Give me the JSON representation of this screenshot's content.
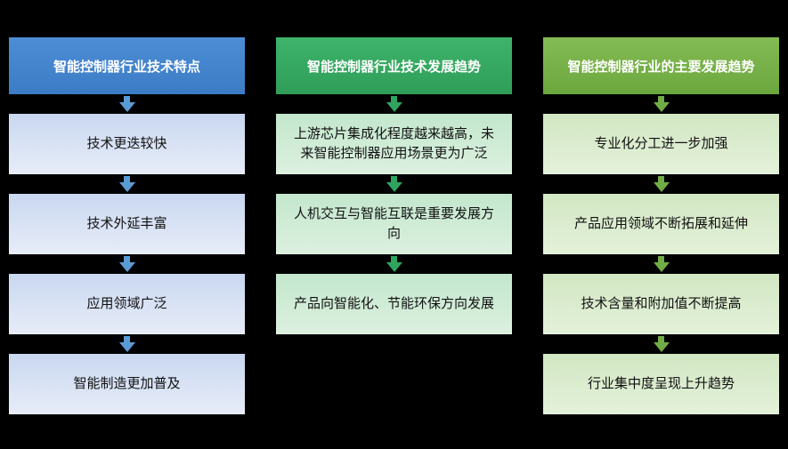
{
  "diagram": {
    "background_color": "#000000",
    "columns": [
      {
        "header": "智能控制器行业技术特点",
        "header_color": "#4384ce",
        "box_color": "#d3def2",
        "accent": "#5b9bd5",
        "items": [
          "技术更迭较快",
          "技术外延丰富",
          "应用领域广泛",
          "智能制造更加普及"
        ]
      },
      {
        "header": "智能控制器行业技术发展趋势",
        "header_color": "#37a961",
        "box_color": "#cdead4",
        "accent": "#2fa45e",
        "items": [
          "上游芯片集成化程度越来越高，未来智能控制器应用场景更为广泛",
          "人机交互与智能互联是重要发展方向",
          "产品向智能化、节能环保方向发展"
        ]
      },
      {
        "header": "智能控制器行业的主要发展趋势",
        "header_color": "#78b149",
        "box_color": "#dcecce",
        "accent": "#70ad47",
        "items": [
          "专业化分工进一步加强",
          "产品应用领域不断拓展和延伸",
          "技术含量和附加值不断提高",
          "行业集中度呈现上升趋势"
        ]
      }
    ]
  }
}
